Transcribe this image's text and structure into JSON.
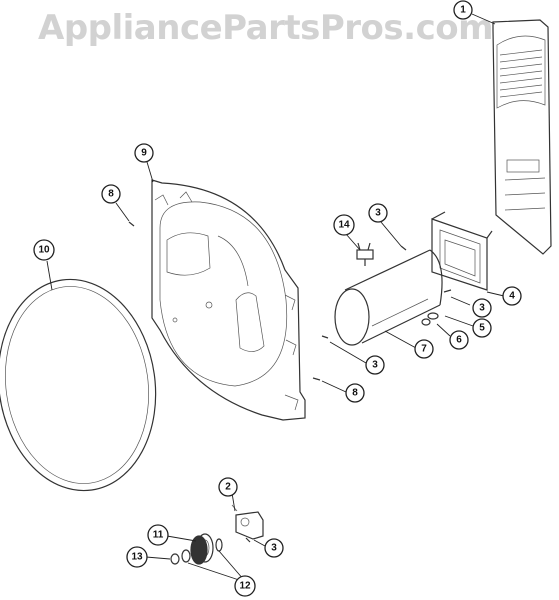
{
  "watermark": "AppliancePartsPros.com",
  "callouts": {
    "c1": "1",
    "c2": "2",
    "c3a": "3",
    "c3b": "3",
    "c3c": "3",
    "c3d": "3",
    "c4": "4",
    "c5": "5",
    "c6": "6",
    "c7": "7",
    "c8a": "8",
    "c8b": "8",
    "c9": "9",
    "c10": "10",
    "c11": "11",
    "c12": "12",
    "c13": "13",
    "c14": "14"
  }
}
